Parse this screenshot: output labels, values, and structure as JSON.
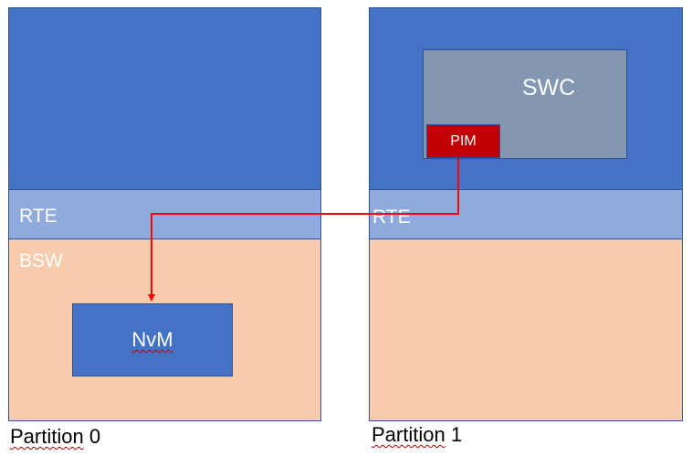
{
  "partitions": [
    {
      "caption_word": "Partition",
      "caption_number": "0",
      "rte_label": "RTE",
      "bsw_label": "BSW",
      "components": {
        "nvm_label": "NvM"
      }
    },
    {
      "caption_word": "Partition",
      "caption_number": "1",
      "rte_label": "RTE",
      "components": {
        "swc_label": "SWC",
        "pim_label": "PIM"
      }
    }
  ],
  "colors": {
    "application_layer": "#4472c4",
    "rte_layer": "#8faadc",
    "bsw_layer": "#f8cbad",
    "swc_box": "#8497b0",
    "pim_box": "#c00000",
    "connector": "#ff0000"
  }
}
